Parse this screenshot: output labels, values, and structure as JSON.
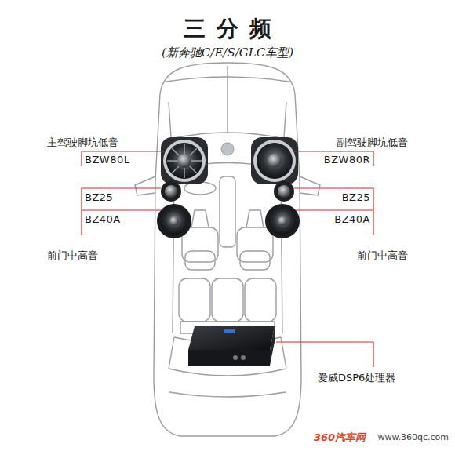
{
  "diagram": {
    "title": "三分频",
    "labels": [
      "(新奔驰C/E/S/GLC车型)",
      "主驾驶脚坑低音",
      "BZW80L",
      "副驾驶脚坑低音",
      "BZW80R",
      "BZ25",
      "BZ40A",
      "前门中高音",
      "BZ25",
      "BZ40A",
      "前门中高音",
      "爱威DSP6处理器",
      "360汽车网",
      "www.360qc.com"
    ]
  }
}
